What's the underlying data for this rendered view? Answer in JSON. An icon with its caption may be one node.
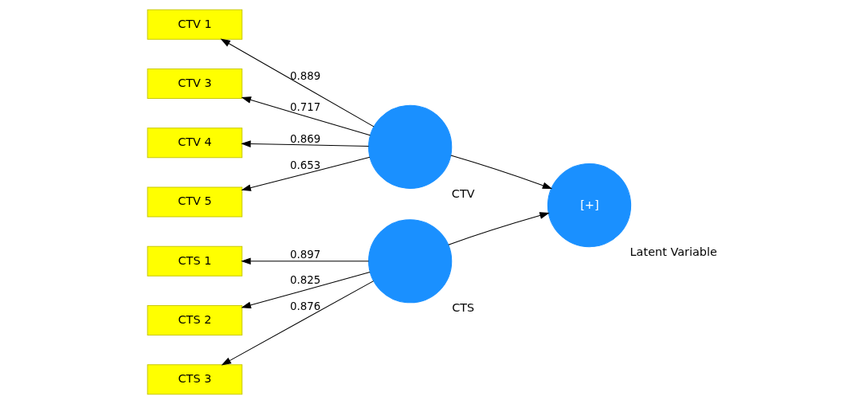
{
  "diagram": {
    "nodes": [
      {
        "text": [
          "CTV 1"
        ]
      },
      {
        "text": [
          "CTV 3"
        ]
      },
      {
        "text": [
          "CTV 4"
        ]
      },
      {
        "text": [
          "CTV 5"
        ]
      },
      {
        "text": [
          "CTV"
        ]
      },
      {
        "text": [
          "[+]",
          "Latent Variable"
        ]
      },
      {
        "text": [
          "CTS 1"
        ]
      },
      {
        "text": [
          "CTS 2"
        ]
      },
      {
        "text": [
          "CTS 3"
        ]
      },
      {
        "text": [
          "CTS"
        ]
      }
    ],
    "edges": [
      {
        "from": 4,
        "to": 0,
        "arrow": "to",
        "label": "0.889"
      },
      {
        "from": 4,
        "to": 1,
        "arrow": "to",
        "label": "0.717"
      },
      {
        "from": 4,
        "to": 2,
        "arrow": "to",
        "label": "0.869"
      },
      {
        "from": 4,
        "to": 3,
        "arrow": "to",
        "label": "0.653"
      },
      {
        "from": 4,
        "to": 5,
        "arrow": "to"
      },
      {
        "from": 9,
        "to": 6,
        "arrow": "to",
        "label": "0.897"
      },
      {
        "from": 9,
        "to": 7,
        "arrow": "to",
        "label": "0.825"
      },
      {
        "from": 9,
        "to": 8,
        "arrow": "to",
        "label": "0.876"
      },
      {
        "from": 9,
        "to": 5,
        "arrow": "to"
      }
    ]
  }
}
